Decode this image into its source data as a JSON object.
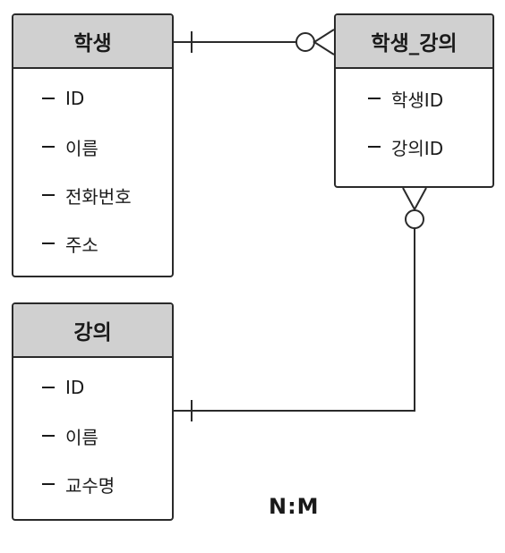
{
  "entities": {
    "student": {
      "title": "학생",
      "attributes": [
        "ID",
        "이름",
        "전화번호",
        "주소"
      ]
    },
    "enrollment": {
      "title": "학생_강의",
      "attributes": [
        "학생ID",
        "강의ID"
      ]
    },
    "course": {
      "title": "강의",
      "attributes": [
        "ID",
        "이름",
        "교수명"
      ]
    }
  },
  "relationships": [
    {
      "from": "학생",
      "to": "학생_강의",
      "from_end": "one",
      "to_end": "zero-or-many"
    },
    {
      "from": "강의",
      "to": "학생_강의",
      "from_end": "one",
      "to_end": "zero-or-many"
    }
  ],
  "cardinality_label": "N:M",
  "colors": {
    "header_fill": "#d0d0d0",
    "line": "#2a2a2a"
  }
}
